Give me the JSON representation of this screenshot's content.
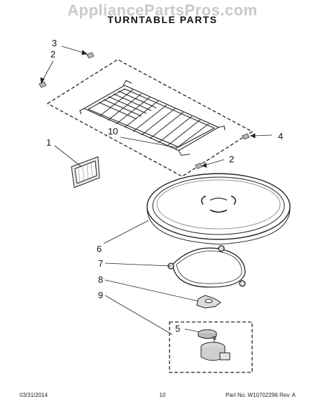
{
  "watermark": "AppliancePartsPros.com",
  "title": "TURNTABLE PARTS",
  "callouts": {
    "c1": "1",
    "c2a": "2",
    "c2b": "2",
    "c3": "3",
    "c4": "4",
    "c5": "5",
    "c6": "6",
    "c7": "7",
    "c8": "8",
    "c9": "9",
    "c10": "10"
  },
  "footer": {
    "date": "03/31/2014",
    "page": "10",
    "part_no": "Part No. W10702296 Rev. A"
  }
}
